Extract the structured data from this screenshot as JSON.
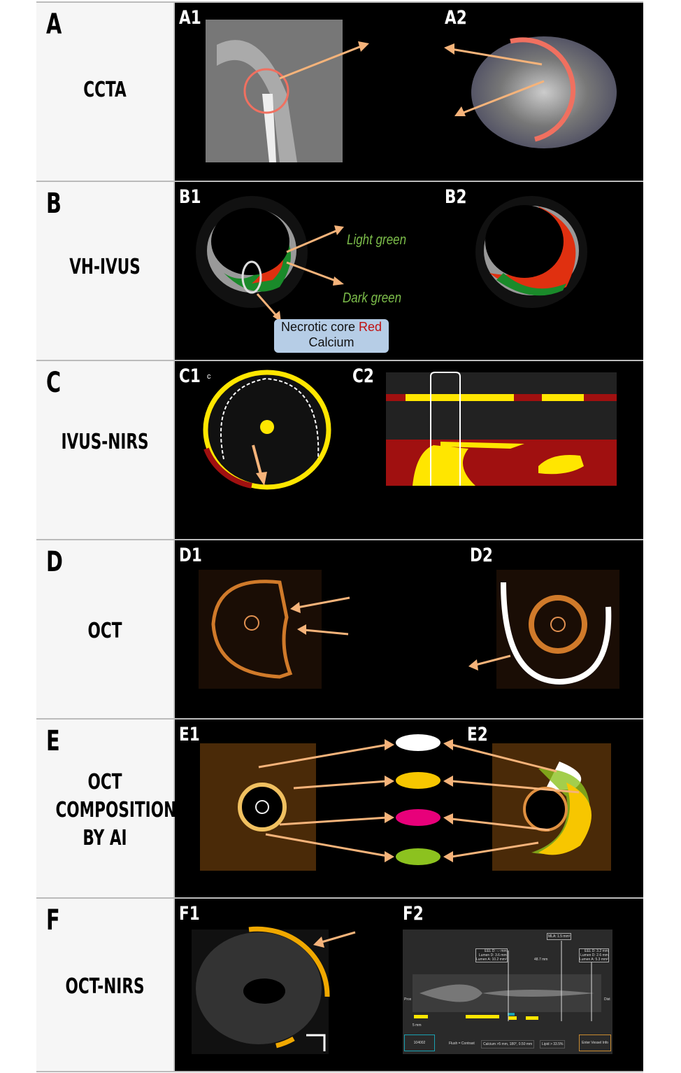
{
  "rows": [
    {
      "letter": "A",
      "modality": "CCTA",
      "panels": [
        "A1",
        "A2"
      ]
    },
    {
      "letter": "B",
      "modality": "VH-IVUS",
      "panels": [
        "B1",
        "B2"
      ],
      "annotations": {
        "light_green": "Light green",
        "dark_green": "Dark green",
        "necrotic": "Necrotic core ",
        "red": "Red",
        "calcium": "Calcium"
      }
    },
    {
      "letter": "C",
      "modality": "IVUS-NIRS",
      "panels": [
        "C1",
        "C2"
      ],
      "c1_small": "c"
    },
    {
      "letter": "D",
      "modality": "OCT",
      "panels": [
        "D1",
        "D2"
      ]
    },
    {
      "letter": "E",
      "modality_lines": [
        "OCT",
        "COMPOSITION",
        "BY AI"
      ],
      "panels": [
        "E1",
        "E2"
      ],
      "legend_colors": [
        "#ffffff",
        "#f7c600",
        "#e8007a",
        "#8cc21f"
      ]
    },
    {
      "letter": "F",
      "modality": "OCT-NIRS",
      "panels": [
        "F1",
        "F2"
      ],
      "f2": {
        "mla": "MLA: 1.5 mm²",
        "left_box": [
          "EEL D: -.- mm",
          "Lumen D: 3.6 mm",
          "Lumen A: 10.2 mm²"
        ],
        "right_box": [
          "EEL D: 3.2 mm",
          "Lumen D: 2.6 mm",
          "Lumen A: 5.3 mm²"
        ],
        "length": "48.7 mm",
        "scale": "5 mm",
        "prox": "Prox",
        "dist": "Dist",
        "id": "104002",
        "flush": "Flush = Contrast",
        "calcium": "Calcium >5 mm, 180°, 0.50 mm",
        "lipid": "Lipid > 33.5%",
        "vessel_btn": "Enter Vessel Info"
      }
    }
  ],
  "colors": {
    "arrow": "#f5b37a",
    "yellow": "#ffe600",
    "red": "#a01010",
    "ring": "#f07060"
  }
}
